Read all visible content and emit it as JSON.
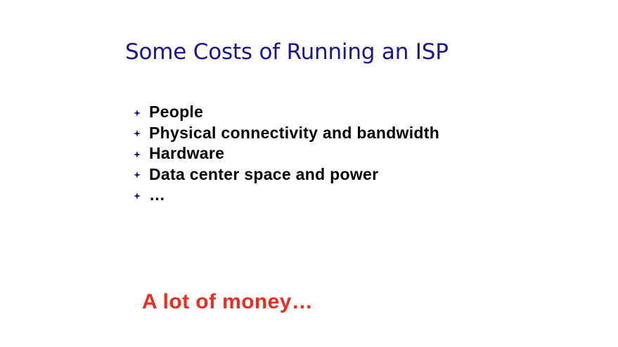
{
  "slide": {
    "title": "Some Costs of Running an ISP",
    "bullets": [
      {
        "label": "People",
        "icon": "diamond-bullet-icon"
      },
      {
        "label": "Physical connectivity and bandwidth",
        "icon": "diamond-bullet-icon"
      },
      {
        "label": "Hardware",
        "icon": "diamond-bullet-icon"
      },
      {
        "label": "Data center space and power",
        "icon": "diamond-bullet-icon"
      },
      {
        "label": "…",
        "icon": "diamond-bullet-icon"
      }
    ],
    "callout": "A lot of money…"
  },
  "colors": {
    "title": "#1b1497",
    "bullet_icon": "#1b1497",
    "bullet_text": "#000000",
    "callout": "#ee2b1e",
    "background": "#ffffff"
  }
}
